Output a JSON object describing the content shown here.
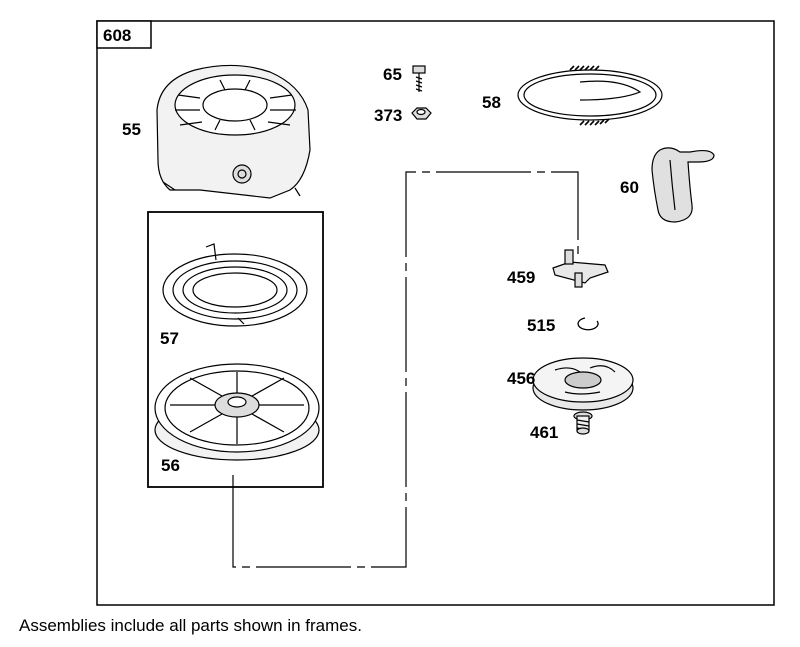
{
  "frame": {
    "id": "608"
  },
  "parts": [
    {
      "key": "housing",
      "number": "55"
    },
    {
      "key": "spring",
      "number": "57"
    },
    {
      "key": "pulley",
      "number": "56"
    },
    {
      "key": "screw",
      "number": "65"
    },
    {
      "key": "nut",
      "number": "373"
    },
    {
      "key": "rope",
      "number": "58"
    },
    {
      "key": "handle",
      "number": "60"
    },
    {
      "key": "pawl",
      "number": "459"
    },
    {
      "key": "ring",
      "number": "515"
    },
    {
      "key": "cup",
      "number": "456"
    },
    {
      "key": "bolt",
      "number": "461"
    }
  ],
  "footnote": "Assemblies include all parts shown in frames."
}
